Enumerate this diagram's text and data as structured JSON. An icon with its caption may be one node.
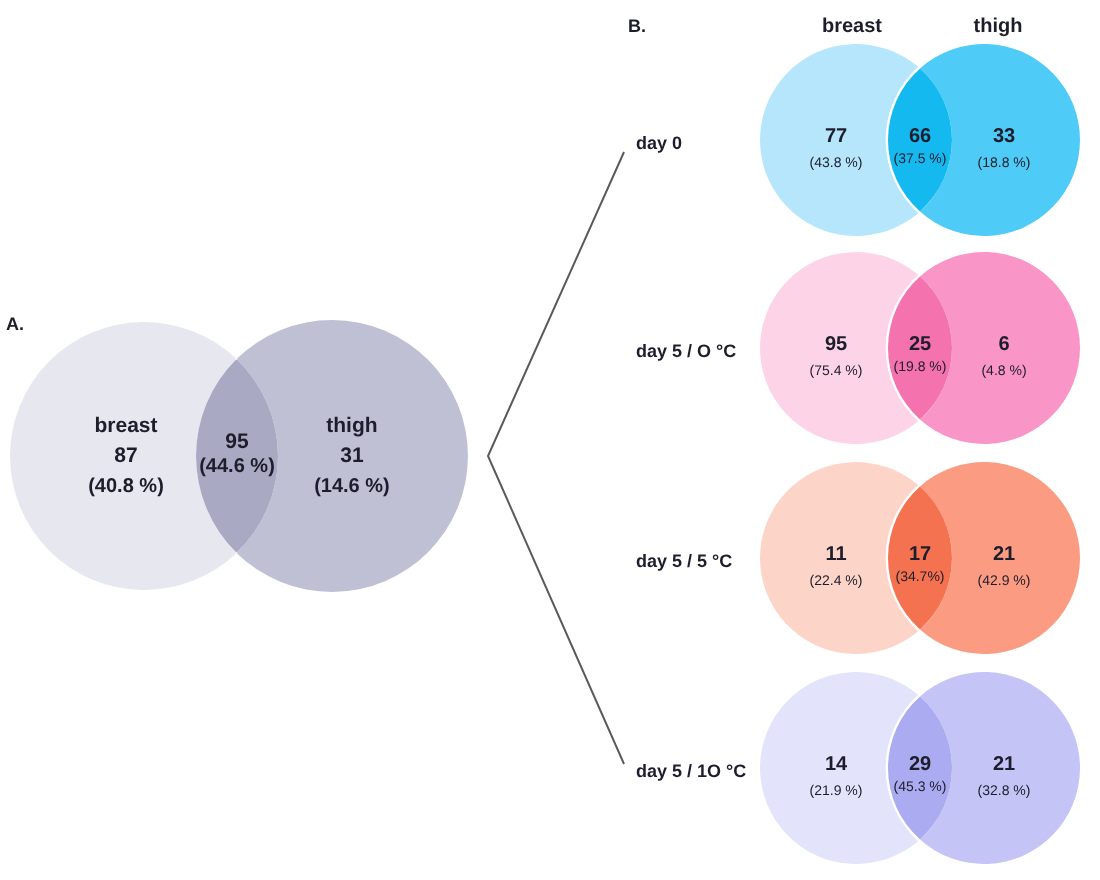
{
  "diagram": {
    "nodes": [
      {
        "text": [
          "breast",
          "87",
          "(40.8 %)"
        ]
      },
      {
        "text": [
          "95",
          "(44.6 %)"
        ]
      },
      {
        "text": [
          "thigh",
          "31",
          "(14.6 %)"
        ]
      },
      {
        "text": [
          "77",
          "(43.8 %)"
        ]
      },
      {
        "text": [
          "66",
          "(37.5 %)"
        ]
      },
      {
        "text": [
          "33",
          "(18.8 %)"
        ]
      },
      {
        "text": [
          "95",
          "(75.4 %)"
        ]
      },
      {
        "text": [
          "25",
          "(19.8 %)"
        ]
      },
      {
        "text": [
          "6",
          "(4.8 %)"
        ]
      },
      {
        "text": [
          "11",
          "(22.4 %)"
        ]
      },
      {
        "text": [
          "17",
          "(34.7%)"
        ]
      },
      {
        "text": [
          "21",
          "(42.9 %)"
        ]
      },
      {
        "text": [
          "14",
          "(21.9 %)"
        ]
      },
      {
        "text": [
          "29",
          "(45.3 %)"
        ]
      },
      {
        "text": [
          "21",
          "(32.8 %)"
        ]
      }
    ],
    "labels": [
      "A.",
      "B.",
      "breast",
      "thigh",
      "day 0",
      "day 5 / O °C",
      "day 5 / 5 °C",
      "day 5 / 1O °C"
    ]
  }
}
